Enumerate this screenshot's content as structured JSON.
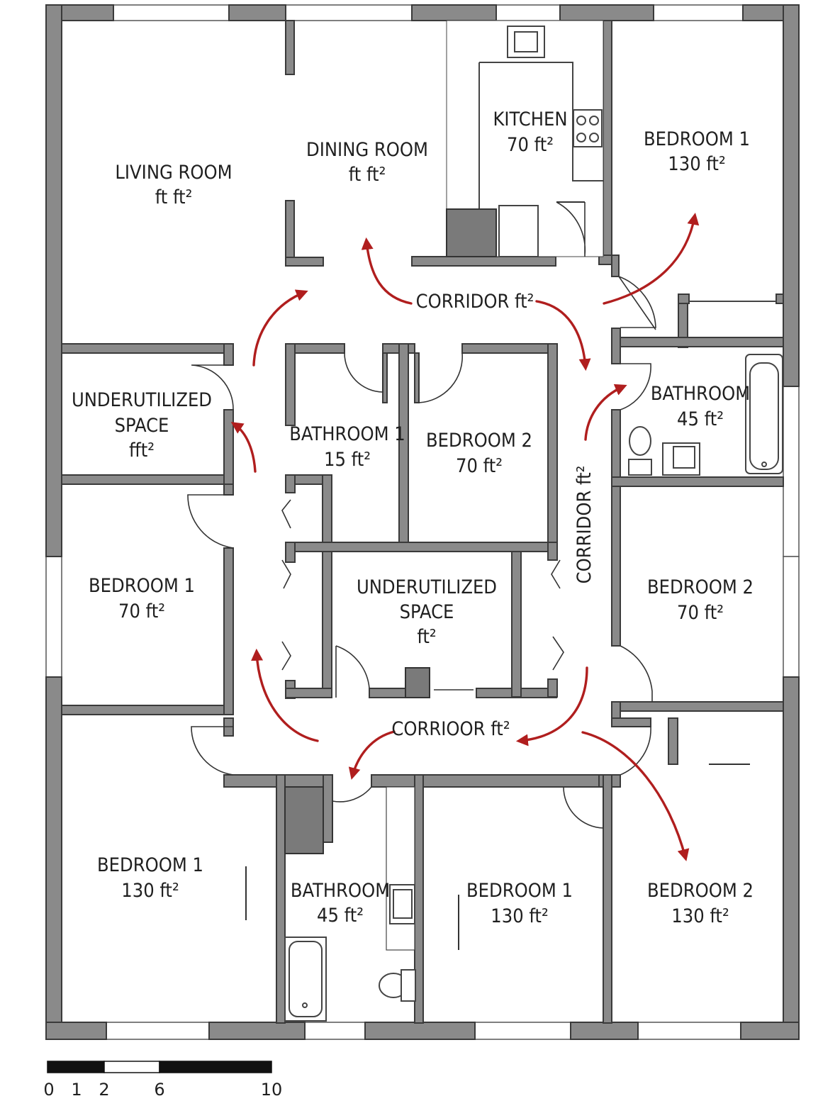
{
  "rooms": {
    "living_room": {
      "name": "LIVING ROOM",
      "area": "ft ft²"
    },
    "dining_room": {
      "name": "DINING ROOM",
      "area": "ft ft²"
    },
    "kitchen": {
      "name": "KITCHEN",
      "area": "70 ft²"
    },
    "bedroom_ne": {
      "name": "BEDROOM 1",
      "area": "130 ft²"
    },
    "corridor_top": {
      "label": "CORRIDOR ft²"
    },
    "underutilized_west": {
      "line1": "UNDERUTILIZED",
      "line2": "SPACE",
      "area": "fft²"
    },
    "bathroom_1": {
      "name": "BATHROOM 1",
      "area": "15 ft²"
    },
    "bedroom_2_center": {
      "name": "BEDROOM 2",
      "area": "70 ft²"
    },
    "corridor_east": {
      "label": "CORRIDOR ft²"
    },
    "bathroom_east": {
      "name": "BATHROOM",
      "area": "45 ft²"
    },
    "bedroom_west": {
      "name": "BEDROOM 1",
      "area": "70 ft²"
    },
    "underutilized_center": {
      "line1": "UNDERUTILIZED",
      "line2": "SPACE",
      "area": "ft²"
    },
    "bedroom_2_east": {
      "name": "BEDROOM 2",
      "area": "70 ft²"
    },
    "corridor_bottom": {
      "label": "CORRIOOR ft²"
    },
    "bedroom_sw": {
      "name": "BEDROOM 1",
      "area": "130 ft²"
    },
    "bathroom_south": {
      "name": "BATHROOM",
      "area": "45 ft²"
    },
    "bedroom_s": {
      "name": "BEDROOM 1",
      "area": "130 ft²"
    },
    "bedroom_se": {
      "name": "BEDROOM 2",
      "area": "130 ft²"
    }
  },
  "scale_bar": {
    "ticks": [
      "0",
      "1",
      "2",
      "6",
      "10"
    ]
  },
  "colors": {
    "wall": "#8a8a8a",
    "arrow": "#b01e1e",
    "text": "#1f1f1f"
  }
}
